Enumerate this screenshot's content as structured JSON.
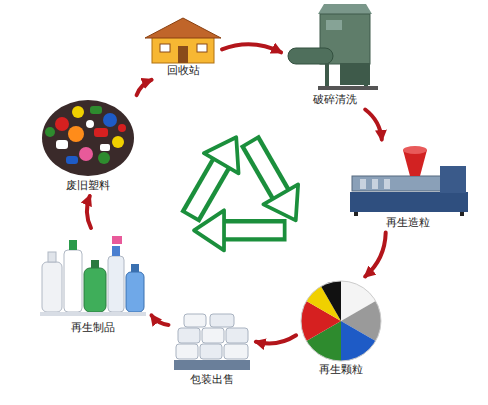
{
  "diagram": {
    "nodes": [
      {
        "text": [
          "回收站"
        ]
      },
      {
        "text": [
          "破碎清洗"
        ]
      },
      {
        "text": [
          "再生造粒"
        ]
      },
      {
        "text": [
          "再生颗粒"
        ]
      },
      {
        "text": [
          "包装出售"
        ]
      },
      {
        "text": [
          "再生制品"
        ]
      },
      {
        "text": [
          "废旧塑料"
        ]
      }
    ],
    "edges": [
      {
        "from": 0,
        "to": 1,
        "arrow": "to"
      },
      {
        "from": 1,
        "to": 2,
        "arrow": "to"
      },
      {
        "from": 2,
        "to": 3,
        "arrow": "to"
      },
      {
        "from": 3,
        "to": 4,
        "arrow": "to"
      },
      {
        "from": 4,
        "to": 5,
        "arrow": "to"
      },
      {
        "from": 5,
        "to": 6,
        "arrow": "to"
      },
      {
        "from": 6,
        "to": 0,
        "arrow": "to"
      }
    ]
  }
}
